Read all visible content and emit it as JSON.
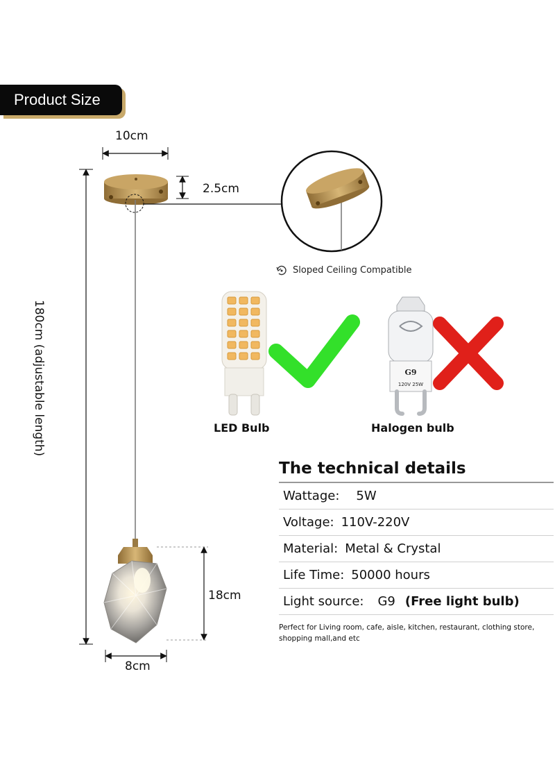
{
  "badge": {
    "label": "Product Size"
  },
  "dimensions": {
    "canopy_width": "10cm",
    "canopy_height": "2.5cm",
    "total_length": "180cm (adjustable length)",
    "shade_height": "18cm",
    "shade_width": "8cm"
  },
  "sloped_ceiling": {
    "icon": "tilt-icon",
    "text": "Sloped Ceiling Compatible"
  },
  "bulbs": [
    {
      "label": "LED Bulb",
      "status": "check-icon",
      "color": "#33e02a"
    },
    {
      "label": "Halogen bulb",
      "status": "cross-icon",
      "color": "#e0201a",
      "print_top": "G9",
      "print_bottom": "120V 25W"
    }
  ],
  "tech": {
    "title": "The technical details",
    "rows": [
      {
        "key": "Wattage:",
        "value": "5W"
      },
      {
        "key": "Voltage:",
        "value": "110V-220V"
      },
      {
        "key": "Material:",
        "value": "Metal & Crystal"
      },
      {
        "key": "Life Time:",
        "value": "50000 hours"
      },
      {
        "key": "Light source:",
        "value": "G9",
        "extra": "(Free light bulb)"
      }
    ],
    "note": "Perfect for Living room, cafe, aisle, kitchen, restaurant, clothing store, shopping mall,and etc"
  },
  "colors": {
    "brass": "#b8955a",
    "badge_shadow": "#c8a96a",
    "check": "#33e02a",
    "cross": "#e0201a"
  }
}
